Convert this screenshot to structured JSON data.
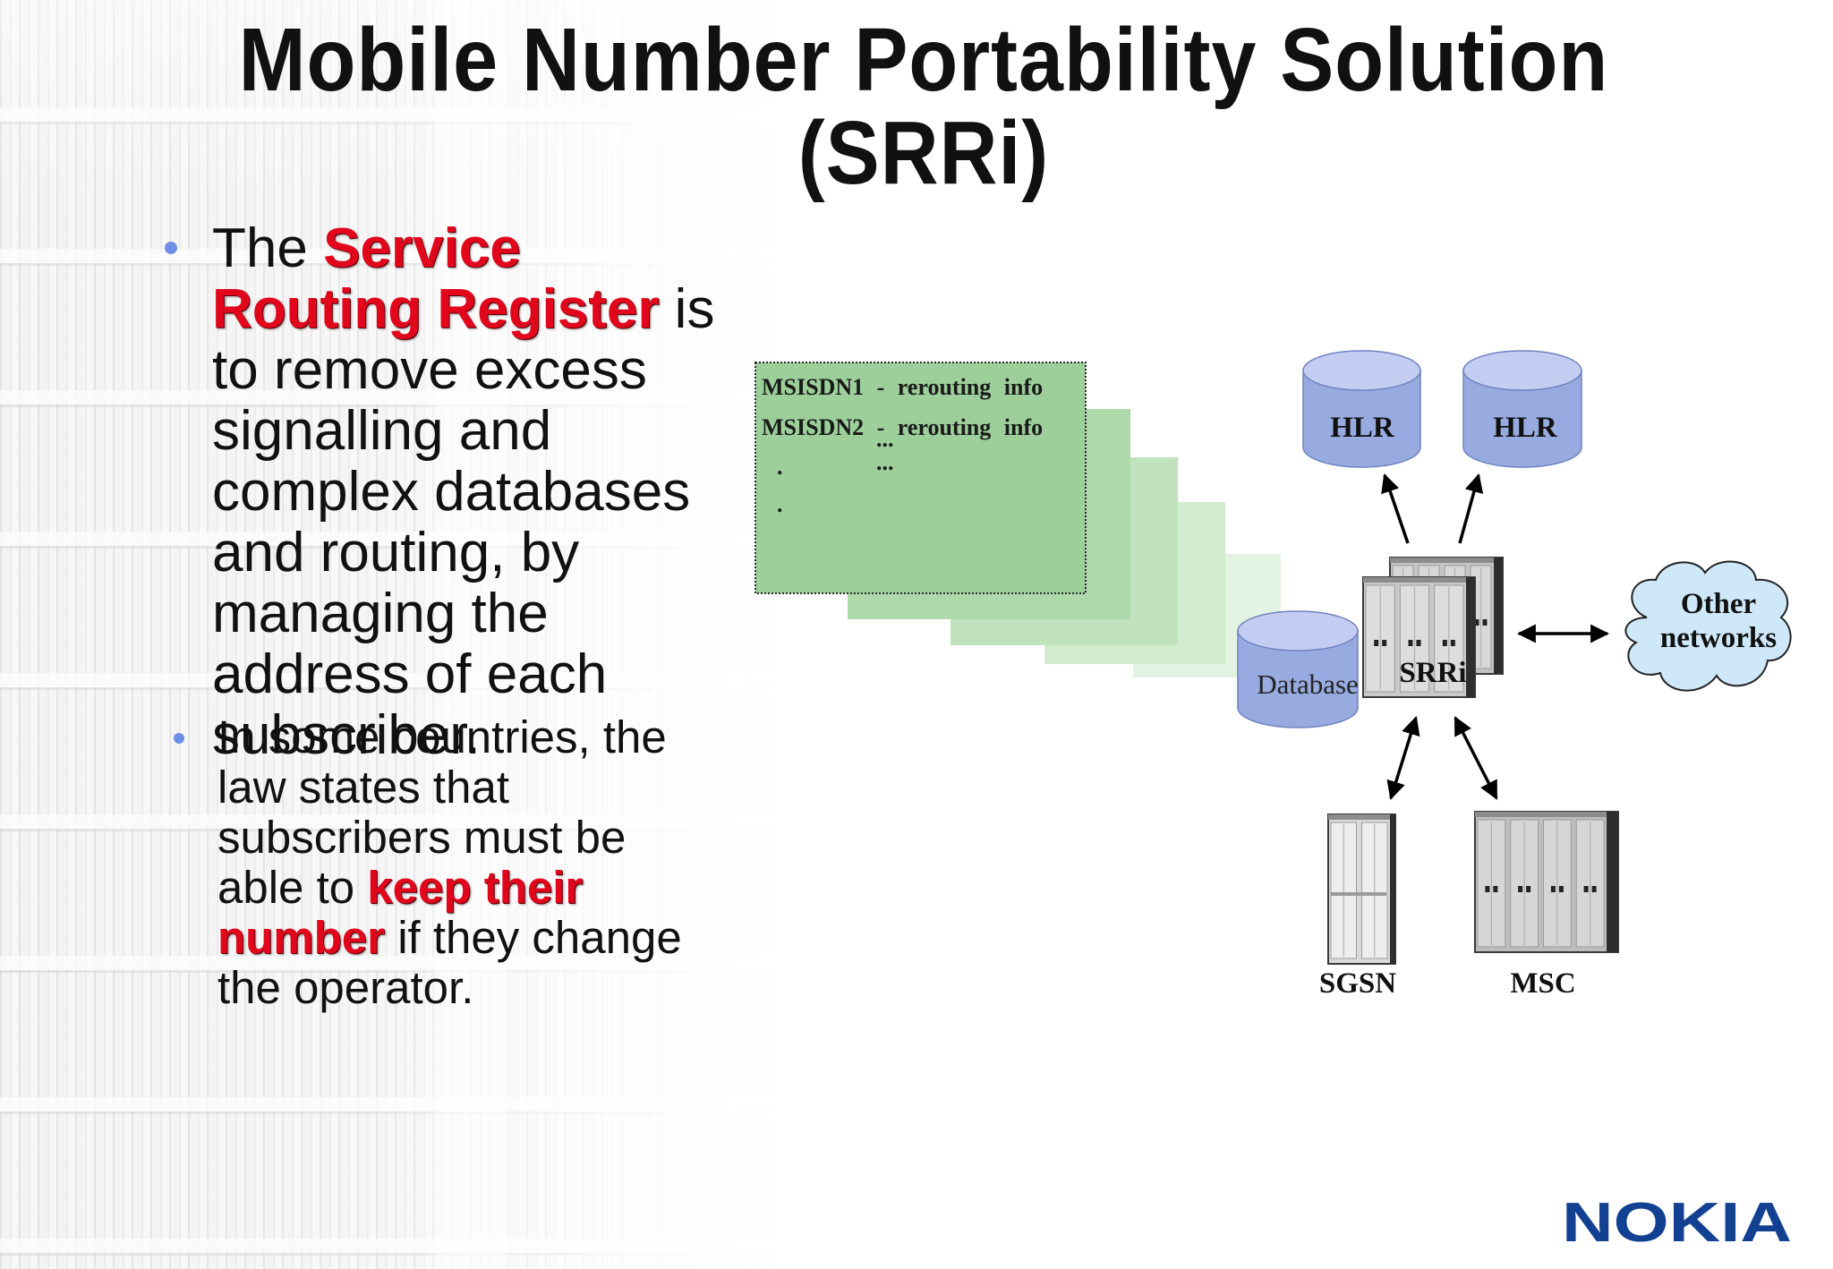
{
  "slide": {
    "title": {
      "line1": "Mobile Number Portability Solution",
      "line2": "(SRRi)"
    },
    "bullets": [
      {
        "pre": "The ",
        "highlight": "Service Routing Register",
        "post": " is to remove excess signalling and complex databases and routing, by managing the address of each subscriber."
      },
      {
        "pre": "In some countries, the law states that subscribers must be able to ",
        "highlight": "keep their number",
        "post": " if they change the operator."
      }
    ],
    "colors": {
      "text": "#111111",
      "highlight": "#e2061c",
      "bullet_marker": "#6e8fe6",
      "logo": "#124191"
    }
  },
  "diagram": {
    "routing_table": {
      "rows": [
        "MSISDN1 - rerouting info",
        "MSISDN2 - rerouting info"
      ],
      "ellipsis": "...",
      "dot": ".",
      "color": "#9ccf9a"
    },
    "nodes": {
      "hlr_1": "HLR",
      "hlr_2": "HLR",
      "database": "Database",
      "srri": "SRRi",
      "other_networks": [
        "Other",
        "networks"
      ],
      "sgsn": "SGSN",
      "msc": "MSC"
    },
    "icons": {
      "hlr": "database-cylinder-icon",
      "database": "database-cylinder-icon",
      "srri": "server-rack-icon",
      "sgsn": "server-cabinet-icon",
      "msc": "server-cabinet-icon",
      "other_networks": "cloud-icon",
      "bullet": "bullet-dot-icon"
    }
  },
  "logo": {
    "text": "NOKIA"
  }
}
